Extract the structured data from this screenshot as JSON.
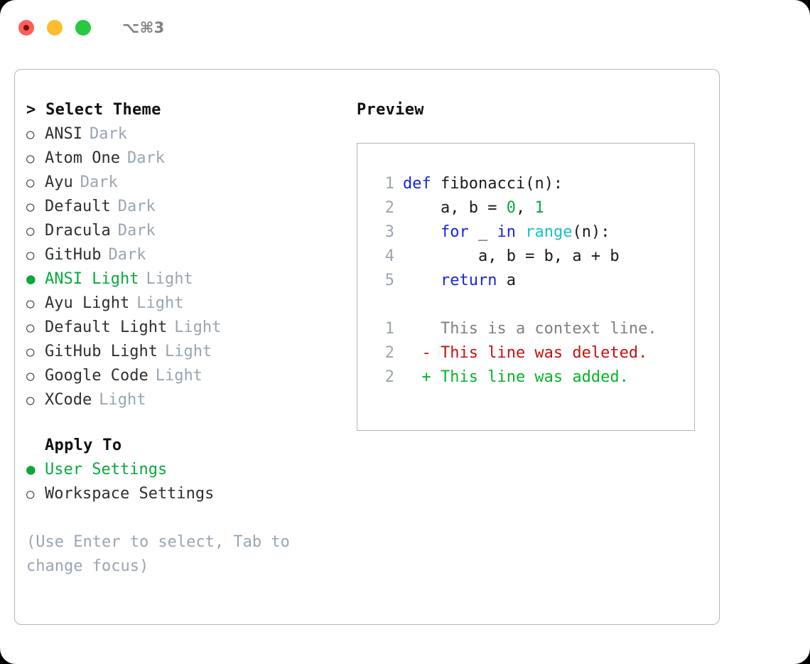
{
  "titlebar": {
    "lights": [
      {
        "name": "close-button",
        "color": "#ff5f57"
      },
      {
        "name": "minimize-button",
        "color": "#febc2e"
      },
      {
        "name": "maximize-button",
        "color": "#28c840"
      }
    ],
    "shortcut": "⌥⌘3"
  },
  "theme_picker": {
    "heading": "> Select Theme",
    "items": [
      {
        "bullet": "○",
        "label": "ANSI",
        "suffix": "Dark",
        "selected": false
      },
      {
        "bullet": "○",
        "label": "Atom One",
        "suffix": "Dark",
        "selected": false
      },
      {
        "bullet": "○",
        "label": "Ayu",
        "suffix": "Dark",
        "selected": false
      },
      {
        "bullet": "○",
        "label": "Default",
        "suffix": "Dark",
        "selected": false
      },
      {
        "bullet": "○",
        "label": "Dracula",
        "suffix": "Dark",
        "selected": false
      },
      {
        "bullet": "○",
        "label": "GitHub",
        "suffix": "Dark",
        "selected": false
      },
      {
        "bullet": "●",
        "label": "ANSI Light",
        "suffix": "Light",
        "selected": true
      },
      {
        "bullet": "○",
        "label": "Ayu Light",
        "suffix": "Light",
        "selected": false
      },
      {
        "bullet": "○",
        "label": "Default Light",
        "suffix": "Light",
        "selected": false
      },
      {
        "bullet": "○",
        "label": "GitHub Light",
        "suffix": "Light",
        "selected": false
      },
      {
        "bullet": "○",
        "label": "Google Code",
        "suffix": "Light",
        "selected": false
      },
      {
        "bullet": "○",
        "label": "XCode",
        "suffix": "Light",
        "selected": false
      }
    ]
  },
  "apply_to": {
    "heading": "Apply To",
    "items": [
      {
        "bullet": "●",
        "label": "User Settings",
        "selected": true
      },
      {
        "bullet": "○",
        "label": "Workspace Settings",
        "selected": false
      }
    ]
  },
  "hint": "(Use Enter to select, Tab to change focus)",
  "preview": {
    "title": "Preview",
    "code_lines": [
      {
        "no": "1",
        "tokens": [
          {
            "t": "def",
            "c": "kw"
          },
          {
            "t": " fibonacci(n):",
            "c": "plain"
          }
        ]
      },
      {
        "no": "2",
        "tokens": [
          {
            "t": "    a, b = ",
            "c": "plain"
          },
          {
            "t": "0",
            "c": "num"
          },
          {
            "t": ", ",
            "c": "plain"
          },
          {
            "t": "1",
            "c": "num"
          }
        ]
      },
      {
        "no": "3",
        "tokens": [
          {
            "t": "    ",
            "c": "plain"
          },
          {
            "t": "for",
            "c": "kw"
          },
          {
            "t": " _ ",
            "c": "plain"
          },
          {
            "t": "in",
            "c": "kw"
          },
          {
            "t": " ",
            "c": "plain"
          },
          {
            "t": "range",
            "c": "fn"
          },
          {
            "t": "(n):",
            "c": "plain"
          }
        ]
      },
      {
        "no": "4",
        "tokens": [
          {
            "t": "        a, b = b, a + b",
            "c": "plain"
          }
        ]
      },
      {
        "no": "5",
        "tokens": [
          {
            "t": "    ",
            "c": "plain"
          },
          {
            "t": "return",
            "c": "kw"
          },
          {
            "t": " a",
            "c": "plain"
          }
        ]
      }
    ],
    "diff_lines": [
      {
        "no": "1",
        "marker": "  ",
        "text": "This is a context line.",
        "kind": "ctx"
      },
      {
        "no": "2",
        "marker": "- ",
        "text": "This line was deleted.",
        "kind": "del"
      },
      {
        "no": "2",
        "marker": "+ ",
        "text": "This line was added.",
        "kind": "add"
      }
    ]
  },
  "colors": {
    "accent_green": "#0aa83c",
    "muted_gray": "#9aa5b1",
    "border": "#aeb7c2",
    "keyword_blue": "#1526e0",
    "function_cyan": "#19c0c8",
    "diff_deleted": "#c51111",
    "diff_added": "#0ab32a"
  }
}
